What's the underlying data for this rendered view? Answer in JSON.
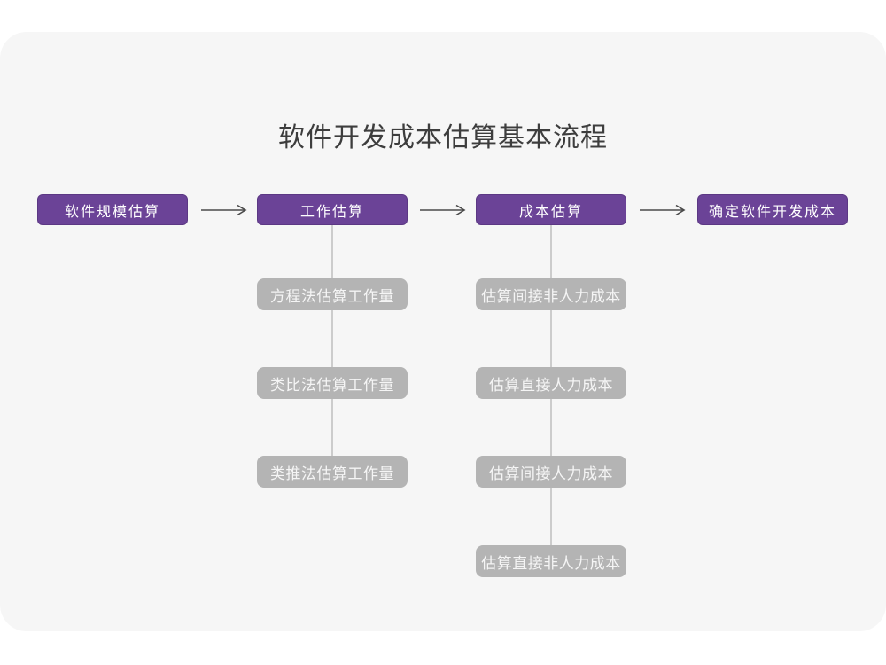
{
  "title": "软件开发成本估算基本流程",
  "flow": {
    "stages": [
      {
        "label": "软件规模估算"
      },
      {
        "label": "工作估算",
        "children": [
          "方程法估算工作量",
          "类比法估算工作量",
          "类推法估算工作量"
        ]
      },
      {
        "label": "成本估算",
        "children": [
          "估算间接非人力成本",
          "估算直接人力成本",
          "估算间接人力成本",
          "估算直接非人力成本"
        ]
      },
      {
        "label": "确定软件开发成本"
      }
    ],
    "arrow_icon": "right-arrow"
  },
  "colors": {
    "canvas_background": "#F6F6F6",
    "page_background": "#FFFFFF",
    "stage_box": "#6B4397",
    "stage_box_border": "#5C3884",
    "sub_box": "#B4B4B4",
    "connector_line": "#CCCCCC",
    "arrow": "#4A4A4A",
    "title_text": "#3D3D3D",
    "box_text": "#FFFFFF"
  }
}
